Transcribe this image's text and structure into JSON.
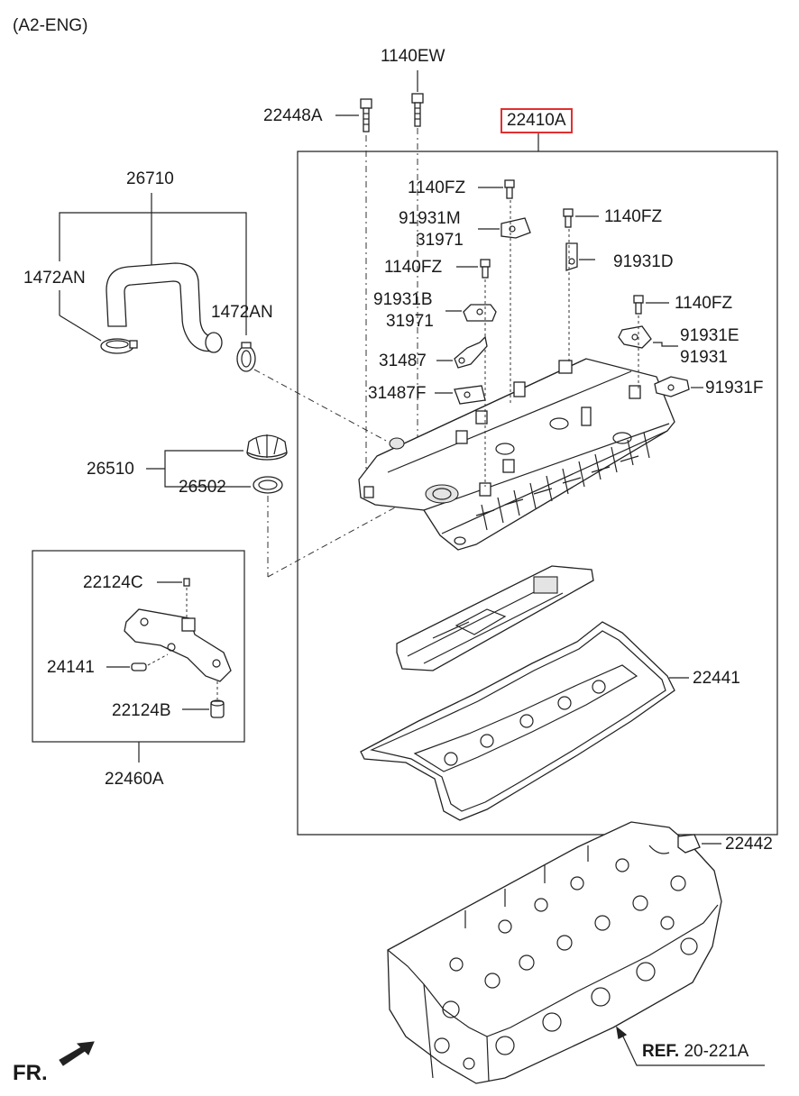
{
  "header": {
    "engine_code": "(A2-ENG)"
  },
  "parts": {
    "p1140EW": "1140EW",
    "p22448A": "22448A",
    "p22410A": "22410A",
    "p26710": "26710",
    "p1472AN_left": "1472AN",
    "p1472AN_right": "1472AN",
    "p1140FZ_a": "1140FZ",
    "p91931M": "91931M",
    "p31971_a": "31971",
    "p1140FZ_b": "1140FZ",
    "p91931D": "91931D",
    "p1140FZ_c": "1140FZ",
    "p91931B": "91931B",
    "p31971_b": "31971",
    "p1140FZ_d": "1140FZ",
    "p91931E": "91931E",
    "p91931": "91931",
    "p31487": "31487",
    "p31487F": "31487F",
    "p91931F": "91931F",
    "p26510": "26510",
    "p26502": "26502",
    "p22124C": "22124C",
    "p24141": "24141",
    "p22124B": "22124B",
    "p22460A": "22460A",
    "p22441": "22441",
    "p22442": "22442"
  },
  "reference": {
    "prefix": "REF.",
    "code": "20-221A"
  },
  "direction": {
    "label": "FR."
  },
  "highlight_color": "#e03030"
}
